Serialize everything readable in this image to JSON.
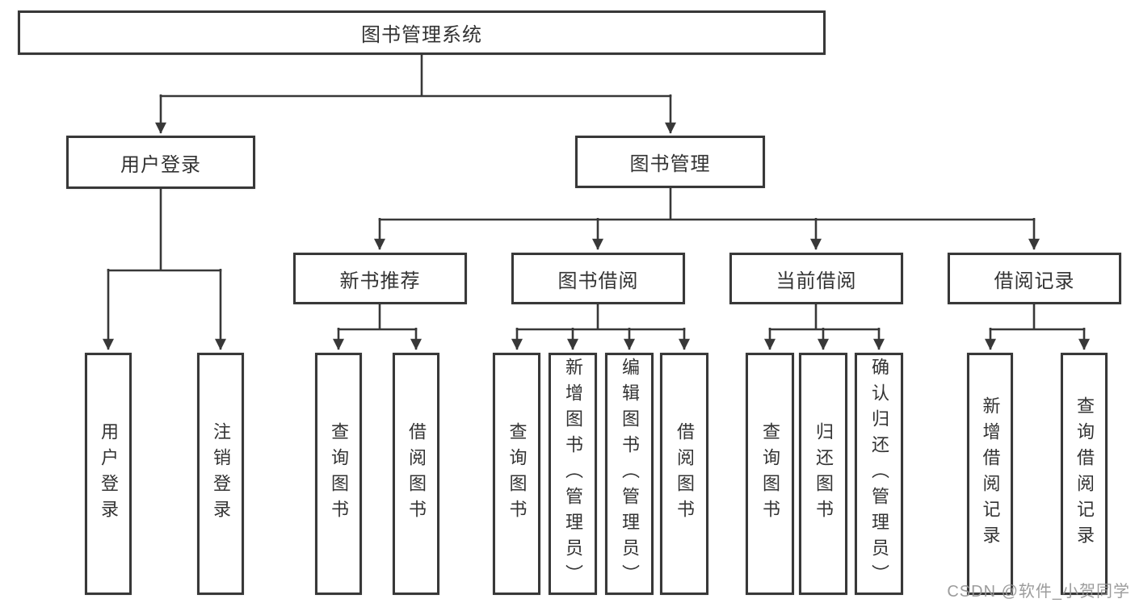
{
  "diagram": {
    "tree": {
      "label": "图书管理系统",
      "children": [
        {
          "label": "用户登录",
          "children": [
            {
              "label": "用户登录"
            },
            {
              "label": "注销登录"
            }
          ]
        },
        {
          "label": "图书管理",
          "children": [
            {
              "label": "新书推荐",
              "children": [
                {
                  "label": "查询图书"
                },
                {
                  "label": "借阅图书"
                }
              ]
            },
            {
              "label": "图书借阅",
              "children": [
                {
                  "label": "查询图书"
                },
                {
                  "label": "新增图书（管理员）"
                },
                {
                  "label": "编辑图书（管理员）"
                },
                {
                  "label": "借阅图书"
                }
              ]
            },
            {
              "label": "当前借阅",
              "children": [
                {
                  "label": "查询图书"
                },
                {
                  "label": "归还图书"
                },
                {
                  "label": "确认归还（管理员）"
                }
              ]
            },
            {
              "label": "借阅记录",
              "children": [
                {
                  "label": "新增借阅记录"
                },
                {
                  "label": "查询借阅记录"
                }
              ]
            }
          ]
        }
      ]
    },
    "colors": {
      "line": "#383838",
      "text": "#333333",
      "box_background": "#ffffff",
      "watermark": "#949494"
    }
  },
  "watermark": {
    "text": "CSDN @软件_小贺同学"
  }
}
